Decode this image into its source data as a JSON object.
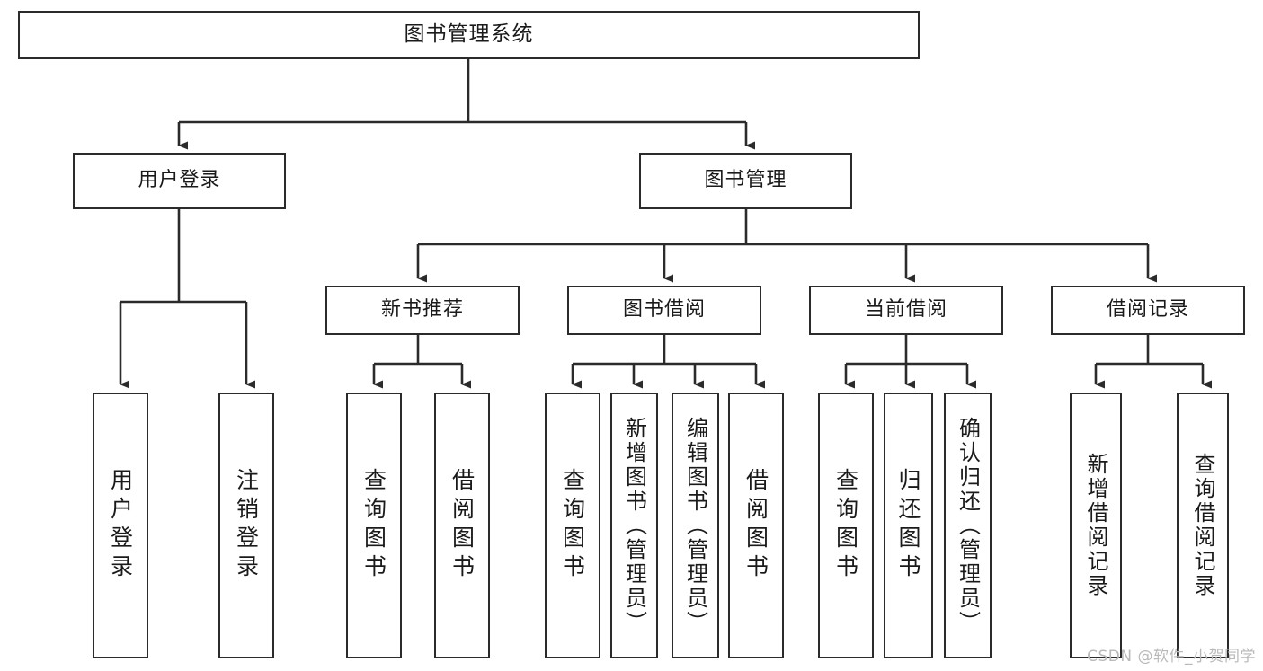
{
  "chart_data": {
    "type": "diagram",
    "diagram_kind": "hierarchical-structure-chart",
    "title": "图书管理系统",
    "orientation": "top-down",
    "levels": 4,
    "nodes": [
      {
        "id": "root",
        "label": "图书管理系统",
        "level": 0,
        "parent": null,
        "text_orientation": "horizontal"
      },
      {
        "id": "user-login",
        "label": "用户登录",
        "level": 1,
        "parent": "root",
        "text_orientation": "horizontal"
      },
      {
        "id": "book-manage",
        "label": "图书管理",
        "level": 1,
        "parent": "root",
        "text_orientation": "horizontal"
      },
      {
        "id": "new-book-rec",
        "label": "新书推荐",
        "level": 2,
        "parent": "book-manage",
        "text_orientation": "horizontal"
      },
      {
        "id": "book-borrow",
        "label": "图书借阅",
        "level": 2,
        "parent": "book-manage",
        "text_orientation": "horizontal"
      },
      {
        "id": "current-borrow",
        "label": "当前借阅",
        "level": 2,
        "parent": "book-manage",
        "text_orientation": "horizontal"
      },
      {
        "id": "borrow-record",
        "label": "借阅记录",
        "level": 2,
        "parent": "book-manage",
        "text_orientation": "horizontal"
      },
      {
        "id": "leaf-user-login",
        "label": "用户登录",
        "level": 2,
        "parent": "user-login",
        "text_orientation": "vertical"
      },
      {
        "id": "leaf-logout",
        "label": "注销登录",
        "level": 2,
        "parent": "user-login",
        "text_orientation": "vertical"
      },
      {
        "id": "leaf-rec-query",
        "label": "查询图书",
        "level": 3,
        "parent": "new-book-rec",
        "text_orientation": "vertical"
      },
      {
        "id": "leaf-rec-borrow",
        "label": "借阅图书",
        "level": 3,
        "parent": "new-book-rec",
        "text_orientation": "vertical"
      },
      {
        "id": "leaf-bb-query",
        "label": "查询图书",
        "level": 3,
        "parent": "book-borrow",
        "text_orientation": "vertical"
      },
      {
        "id": "leaf-bb-add",
        "label": "新增图书（管理员）",
        "level": 3,
        "parent": "book-borrow",
        "text_orientation": "vertical"
      },
      {
        "id": "leaf-bb-edit",
        "label": "编辑图书（管理员）",
        "level": 3,
        "parent": "book-borrow",
        "text_orientation": "vertical"
      },
      {
        "id": "leaf-bb-borrow",
        "label": "借阅图书",
        "level": 3,
        "parent": "book-borrow",
        "text_orientation": "vertical"
      },
      {
        "id": "leaf-cb-query",
        "label": "查询图书",
        "level": 3,
        "parent": "current-borrow",
        "text_orientation": "vertical"
      },
      {
        "id": "leaf-cb-return",
        "label": "归还图书",
        "level": 3,
        "parent": "current-borrow",
        "text_orientation": "vertical"
      },
      {
        "id": "leaf-cb-confirm",
        "label": "确认归还（管理员）",
        "level": 3,
        "parent": "current-borrow",
        "text_orientation": "vertical"
      },
      {
        "id": "leaf-br-add",
        "label": "新增借阅记录",
        "level": 3,
        "parent": "borrow-record",
        "text_orientation": "vertical"
      },
      {
        "id": "leaf-br-query",
        "label": "查询借阅记录",
        "level": 3,
        "parent": "borrow-record",
        "text_orientation": "vertical"
      }
    ],
    "edges": [
      {
        "from": "root",
        "to": "user-login"
      },
      {
        "from": "root",
        "to": "book-manage"
      },
      {
        "from": "user-login",
        "to": "leaf-user-login"
      },
      {
        "from": "user-login",
        "to": "leaf-logout"
      },
      {
        "from": "book-manage",
        "to": "new-book-rec"
      },
      {
        "from": "book-manage",
        "to": "book-borrow"
      },
      {
        "from": "book-manage",
        "to": "current-borrow"
      },
      {
        "from": "book-manage",
        "to": "borrow-record"
      },
      {
        "from": "new-book-rec",
        "to": "leaf-rec-query"
      },
      {
        "from": "new-book-rec",
        "to": "leaf-rec-borrow"
      },
      {
        "from": "book-borrow",
        "to": "leaf-bb-query"
      },
      {
        "from": "book-borrow",
        "to": "leaf-bb-add"
      },
      {
        "from": "book-borrow",
        "to": "leaf-bb-edit"
      },
      {
        "from": "book-borrow",
        "to": "leaf-bb-borrow"
      },
      {
        "from": "current-borrow",
        "to": "leaf-cb-query"
      },
      {
        "from": "current-borrow",
        "to": "leaf-cb-return"
      },
      {
        "from": "current-borrow",
        "to": "leaf-cb-confirm"
      },
      {
        "from": "borrow-record",
        "to": "leaf-br-add"
      },
      {
        "from": "borrow-record",
        "to": "leaf-br-query"
      }
    ],
    "colors": {
      "box_stroke": "#2b2b2b",
      "box_fill": "#ffffff",
      "edge_stroke": "#2b2b2b",
      "text": "#1a1a1a",
      "background": "#ffffff",
      "watermark": "#b9b9b9"
    }
  },
  "root": {
    "label": "图书管理系统"
  },
  "level1": {
    "user_login": "用户登录",
    "book_manage": "图书管理"
  },
  "level2": {
    "new_book_rec": "新书推荐",
    "book_borrow": "图书借阅",
    "current_borrow": "当前借阅",
    "borrow_record": "借阅记录"
  },
  "leaves": {
    "user_login": "用户登录",
    "logout": "注销登录",
    "rec_query": "查询图书",
    "rec_borrow": "借阅图书",
    "bb_query": "查询图书",
    "bb_add": "新增图书（管理员）",
    "bb_edit": "编辑图书（管理员）",
    "bb_borrow": "借阅图书",
    "cb_query": "查询图书",
    "cb_return": "归还图书",
    "cb_confirm": "确认归还（管理员）",
    "br_add": "新增借阅记录",
    "br_query": "查询借阅记录"
  },
  "watermark": {
    "text": "CSDN @软件_小贺同学"
  }
}
